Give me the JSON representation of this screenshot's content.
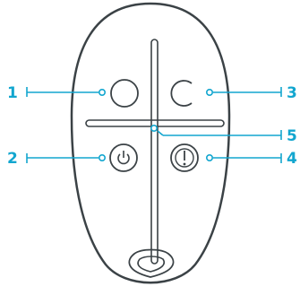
{
  "colors": {
    "outline": "#3b4246",
    "accent": "#12a6cf",
    "background": "#ffffff"
  },
  "callouts": [
    {
      "label": "1",
      "target": "round-button"
    },
    {
      "label": "2",
      "target": "power-button"
    },
    {
      "label": "3",
      "target": "open-ring-button"
    },
    {
      "label": "4",
      "target": "exclamation-button"
    },
    {
      "label": "5",
      "target": "cross-center"
    }
  ],
  "device": {
    "buttons": [
      {
        "name": "round-button",
        "icon": "circle-icon"
      },
      {
        "name": "open-ring-button",
        "icon": "open-ring-icon"
      },
      {
        "name": "power-button",
        "icon": "power-icon"
      },
      {
        "name": "exclamation-button",
        "icon": "exclamation-icon"
      },
      {
        "name": "bottom-button",
        "icon": "lanyard-icon"
      }
    ]
  }
}
